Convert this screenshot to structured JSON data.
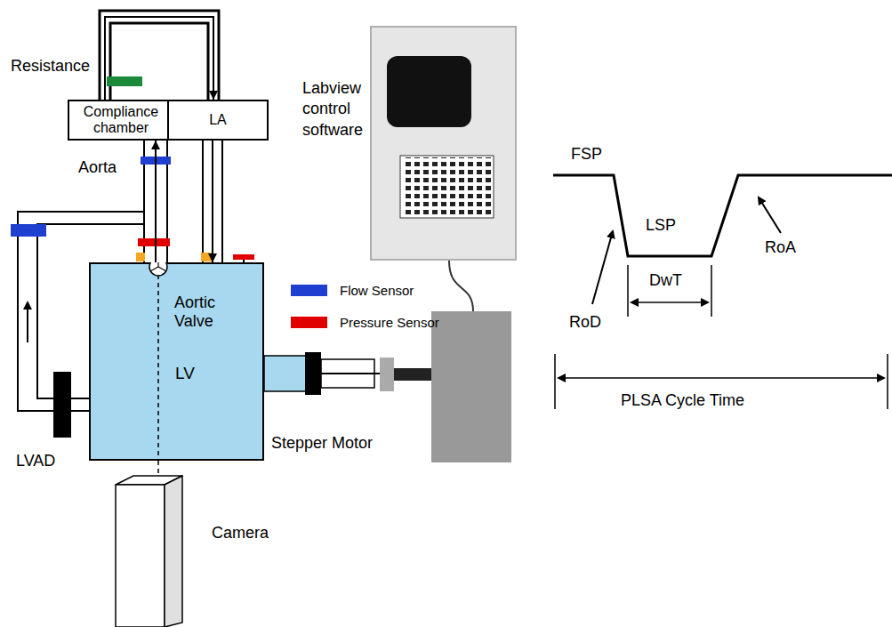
{
  "diagram": {
    "nodes": [
      {
        "text": [
          "Compliance chamber"
        ]
      },
      {
        "text": [
          "LA"
        ]
      },
      {
        "text": [
          "LV"
        ]
      },
      {
        "text": [
          "Camera"
        ]
      },
      {
        "text": [
          "Labview control software"
        ]
      }
    ],
    "edges": [
      {
        "from": 2,
        "to": 0,
        "arrow": "to"
      },
      {
        "from": 1,
        "to": 2,
        "arrow": "to"
      },
      {
        "from": 0,
        "to": 1,
        "arrow": "to"
      },
      {
        "from": 2,
        "to": 3,
        "arrow": "none"
      }
    ],
    "labels": [
      "Resistance",
      "Aorta",
      "Aortic Valve",
      "LVAD",
      "Stepper Motor",
      "FSP",
      "LSP",
      "RoA",
      "RoD",
      "DwT",
      "PLSA Cycle Time"
    ],
    "legend": [
      {
        "text": "Flow Sensor",
        "color": "#1f3fd0"
      },
      {
        "text": "Pressure Sensor",
        "color": "#e00000"
      }
    ]
  }
}
